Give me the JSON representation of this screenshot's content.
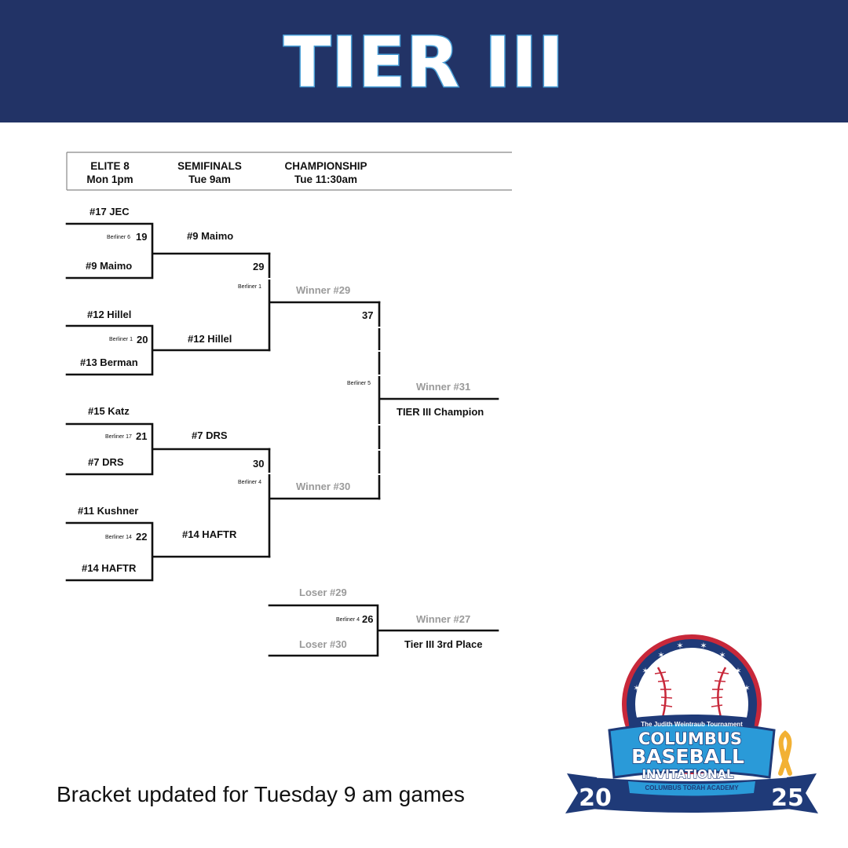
{
  "banner": {
    "title": "TIER III"
  },
  "headers": {
    "elite8": {
      "name": "ELITE 8",
      "time": "Mon 1pm"
    },
    "semis": {
      "name": "SEMIFINALS",
      "time": "Tue 9am"
    },
    "championship": {
      "name": "CHAMPIONSHIP",
      "time": "Tue 11:30am"
    }
  },
  "elite8": [
    {
      "top": "#17 JEC",
      "bottom": "#9 Maimo",
      "game": "19",
      "field": "Berliner 6"
    },
    {
      "top": "#12 Hillel",
      "bottom": "#13 Berman",
      "game": "20",
      "field": "Berliner 1"
    },
    {
      "top": "#15 Katz",
      "bottom": "#7 DRS",
      "game": "21",
      "field": "Berliner 17"
    },
    {
      "top": "#11 Kushner",
      "bottom": "#14 HAFTR",
      "game": "22",
      "field": "Berliner 14"
    }
  ],
  "semis": [
    {
      "top": "#9 Maimo",
      "bottom": "#12 Hillel",
      "game": "29",
      "field": "Berliner 1"
    },
    {
      "top": "#7 DRS",
      "bottom": "#14 HAFTR",
      "game": "30",
      "field": "Berliner 4"
    }
  ],
  "championship": {
    "top": "Winner #29",
    "bottom": "Winner #30",
    "game": "37",
    "field": "Berliner 5"
  },
  "champion": {
    "winner": "Winner #31",
    "label": "TIER III Champion"
  },
  "third_place": {
    "top": "Loser #29",
    "bottom": "Loser #30",
    "game": "26",
    "field": "Berliner 4",
    "winner": "Winner #27",
    "label": "Tier III 3rd Place"
  },
  "footnote": "Bracket updated for Tuesday 9 am games",
  "logo": {
    "tournament": "The Judith Weintraub Tournament",
    "line1": "COLUMBUS",
    "line2": "BASEBALL",
    "line3": "INVITATIONAL",
    "school": "COLUMBUS TORAH ACADEMY",
    "year_left": "20",
    "year_right": "25"
  },
  "colors": {
    "banner": "#223366",
    "title_stroke": "#4aa0d8",
    "ghost_text": "#9a9a9a",
    "logo_blue": "#2a9ad8",
    "logo_navy": "#1f3a78",
    "logo_red": "#c8283a",
    "ribbon_gold": "#f2b134"
  }
}
